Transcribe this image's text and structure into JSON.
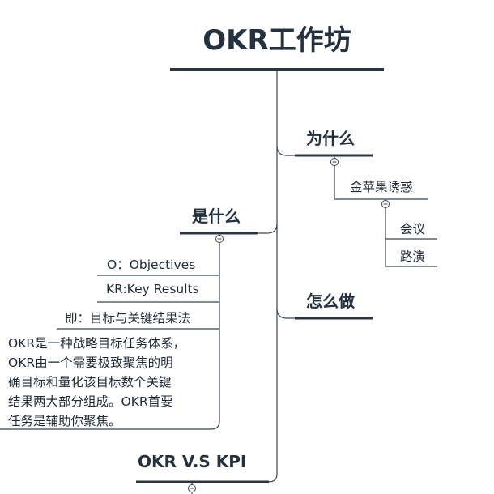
{
  "title": "OKR工作坊",
  "branches": {
    "why": {
      "label": "为什么",
      "child": "金苹果诱惑",
      "grandchildren": [
        "会议",
        "路演"
      ]
    },
    "what": {
      "label": "是什么",
      "items": [
        "O：Objectives",
        "KR:Key Results",
        "即：目标与关键结果法"
      ],
      "description_lines": [
        "OKR是一种战略目标任务体系，",
        "OKR由一个需要极致聚焦的明",
        "确目标和量化该目标数个关键",
        "结果两大部分组成。OKR首要",
        "任务是辅助你聚焦。"
      ]
    },
    "how": {
      "label": "怎么做"
    },
    "compare": {
      "label": "OKR V.S KPI"
    }
  },
  "colors": {
    "underline_dark": "#2b3440",
    "connector": "#3a4552",
    "text": "#1f2937"
  }
}
